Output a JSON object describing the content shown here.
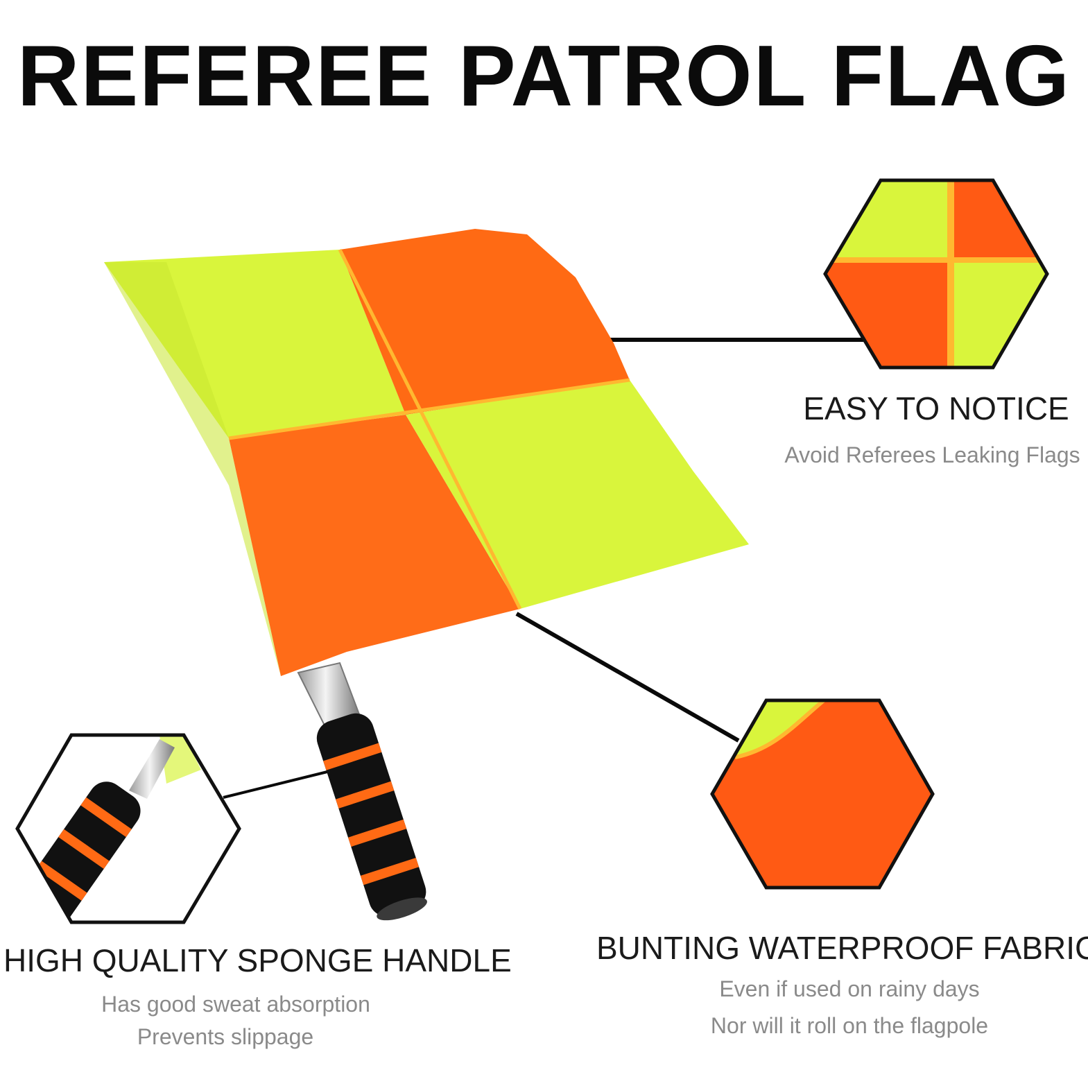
{
  "title": "REFEREE PATROL FLAG",
  "colors": {
    "lime": "#d9f53c",
    "orange": "#ff6a14",
    "handle": "#111111",
    "text": "#1a1a1a",
    "subtext": "#8a8a8a"
  },
  "product": {
    "icons": [
      "checkered-flag",
      "foam-handle",
      "metal-ferrule"
    ]
  },
  "features": {
    "notice": {
      "title": "EASY TO NOTICE",
      "subtitle": "Avoid Referees Leaking Flags",
      "icon": "checkered-hexagon"
    },
    "fabric": {
      "title": "BUNTING WATERPROOF FABRIC",
      "line1": "Even if used on rainy days",
      "line2": "Nor will it roll on the flagpole",
      "icon": "fabric-hexagon"
    },
    "handle": {
      "title": "HIGH QUALITY SPONGE HANDLE",
      "line1": "Has good sweat absorption",
      "line2": "Prevents slippage",
      "icon": "handle-hexagon"
    }
  }
}
